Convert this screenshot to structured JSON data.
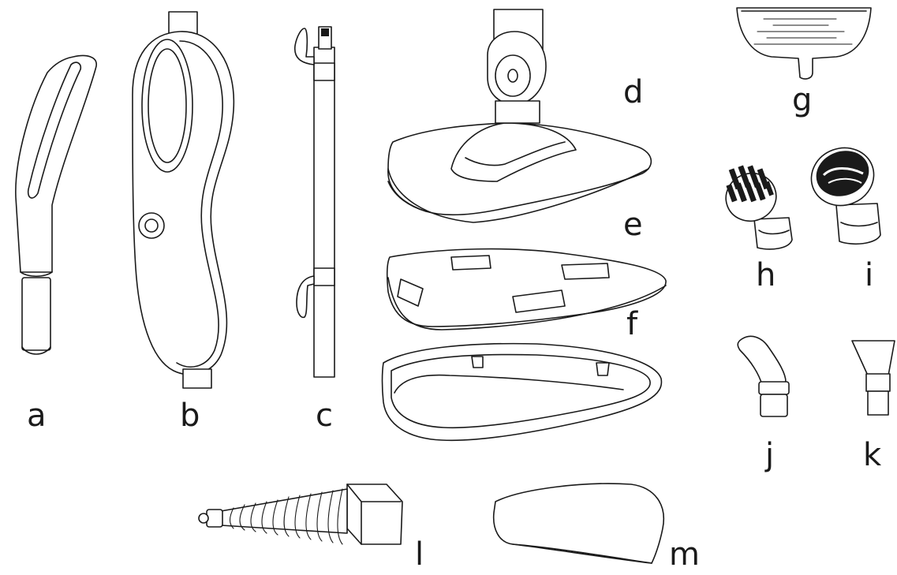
{
  "parts": [
    {
      "id": "a",
      "label": "a",
      "icon": "handle-grip-icon"
    },
    {
      "id": "b",
      "label": "b",
      "icon": "handle-body-icon"
    },
    {
      "id": "c",
      "label": "c",
      "icon": "extension-pole-icon"
    },
    {
      "id": "d",
      "label": "d",
      "icon": "mop-head-icon"
    },
    {
      "id": "e",
      "label": "e",
      "icon": "mop-pad-frame-icon"
    },
    {
      "id": "f",
      "label": "f",
      "icon": "carpet-glider-icon"
    },
    {
      "id": "g",
      "label": "g",
      "icon": "window-squeegee-icon"
    },
    {
      "id": "h",
      "label": "h",
      "icon": "small-round-brush-icon"
    },
    {
      "id": "i",
      "label": "i",
      "icon": "large-round-brush-icon"
    },
    {
      "id": "j",
      "label": "j",
      "icon": "angled-nozzle-icon"
    },
    {
      "id": "k",
      "label": "k",
      "icon": "flat-nozzle-icon"
    },
    {
      "id": "l",
      "label": "l",
      "icon": "extension-hose-icon"
    },
    {
      "id": "m",
      "label": "m",
      "icon": "cloth-cover-icon"
    }
  ]
}
